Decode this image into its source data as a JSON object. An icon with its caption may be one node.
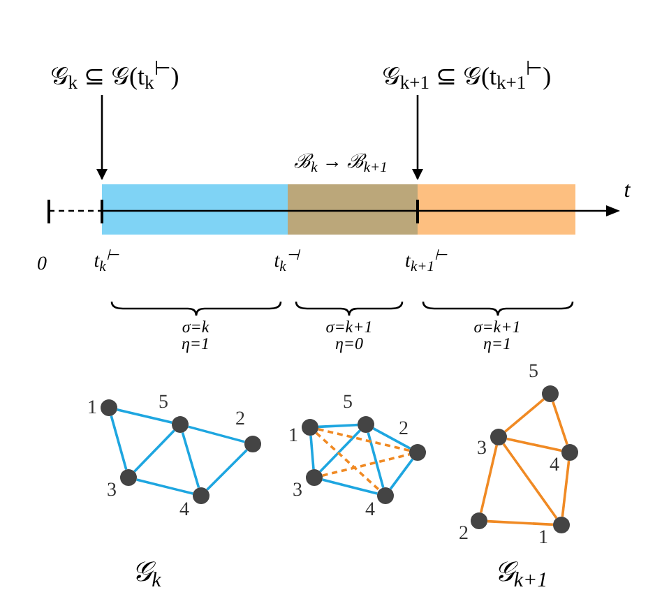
{
  "diagram": {
    "nodes": [
      {
        "text": [
          "𝒢$_{k}$ ⊆ 𝒢(t$_{k}$$^{⊢}$)"
        ]
      },
      {
        "text": [
          "𝒢$_{k+1}$ ⊆ 𝒢(t$_{k+1}$$^{⊢}$)"
        ]
      },
      {
        "text": [],
        "shape": "circle",
        "beside": [
          "1"
        ]
      },
      {
        "text": [],
        "shape": "circle",
        "beside": [
          "2"
        ]
      },
      {
        "text": [],
        "shape": "circle",
        "beside": [
          "3"
        ]
      },
      {
        "text": [],
        "shape": "circle",
        "beside": [
          "4"
        ]
      },
      {
        "text": [],
        "shape": "circle",
        "beside": [
          "5"
        ]
      },
      {
        "text": [],
        "shape": "circle",
        "beside": [
          "1"
        ]
      },
      {
        "text": [],
        "shape": "circle",
        "beside": [
          "2"
        ]
      },
      {
        "text": [],
        "shape": "circle",
        "beside": [
          "3"
        ]
      },
      {
        "text": [],
        "shape": "circle",
        "beside": [
          "4"
        ]
      },
      {
        "text": [],
        "shape": "circle",
        "beside": [
          "5"
        ]
      },
      {
        "text": [],
        "shape": "circle",
        "beside": [
          "1"
        ]
      },
      {
        "text": [],
        "shape": "circle",
        "beside": [
          "2"
        ]
      },
      {
        "text": [],
        "shape": "circle",
        "beside": [
          "3"
        ]
      },
      {
        "text": [],
        "shape": "circle",
        "beside": [
          "4"
        ]
      },
      {
        "text": [],
        "shape": "circle",
        "beside": [
          "5"
        ]
      }
    ],
    "edges": [
      {
        "from": 0,
        "to": null,
        "arrow": "to",
        "color": "#000000"
      },
      {
        "from": 1,
        "to": null,
        "arrow": "to",
        "color": "#000000"
      },
      {
        "from": 2,
        "to": 6,
        "arrow": "none"
      },
      {
        "from": 6,
        "to": 3,
        "arrow": "none"
      },
      {
        "from": 2,
        "to": 4,
        "arrow": "none"
      },
      {
        "from": 4,
        "to": 6,
        "arrow": "none"
      },
      {
        "from": 6,
        "to": 5,
        "arrow": "none"
      },
      {
        "from": 4,
        "to": 5,
        "arrow": "none"
      },
      {
        "from": 5,
        "to": 3,
        "arrow": "none"
      },
      {
        "from": 7,
        "to": 11,
        "arrow": "none"
      },
      {
        "from": 11,
        "to": 8,
        "arrow": "none"
      },
      {
        "from": 7,
        "to": 9,
        "arrow": "none"
      },
      {
        "from": 9,
        "to": 11,
        "arrow": "none"
      },
      {
        "from": 11,
        "to": 10,
        "arrow": "none"
      },
      {
        "from": 9,
        "to": 10,
        "arrow": "none"
      },
      {
        "from": 10,
        "to": 8,
        "arrow": "none"
      },
      {
        "from": 7,
        "to": 8,
        "arrow": "none",
        "style": "dashed",
        "color": "#f08a24"
      },
      {
        "from": 7,
        "to": 10,
        "arrow": "none",
        "style": "dashed",
        "color": "#f08a24"
      },
      {
        "from": 9,
        "to": 8,
        "arrow": "none",
        "style": "dashed",
        "color": "#f08a24"
      },
      {
        "from": 14,
        "to": 16,
        "arrow": "none",
        "color": "#f08a24"
      },
      {
        "from": 16,
        "to": 15,
        "arrow": "none",
        "color": "#f08a24"
      },
      {
        "from": 14,
        "to": 15,
        "arrow": "none",
        "color": "#f08a24"
      },
      {
        "from": 14,
        "to": 12,
        "arrow": "none",
        "color": "#f08a24"
      },
      {
        "from": 15,
        "to": 12,
        "arrow": "none",
        "color": "#f08a24"
      },
      {
        "from": 13,
        "to": 12,
        "arrow": "none",
        "color": "#f08a24"
      },
      {
        "from": 14,
        "to": 13,
        "arrow": "none",
        "color": "#f08a24"
      }
    ],
    "labels": [
      "ℬ$_{k}$ → ℬ$_{k+1}$",
      "t",
      "0",
      "t$_{k}$$^{⊢}$",
      "t$_{k}$$^{⊣}$",
      "t$_{k+1}$$^{⊢}$",
      "σ=k",
      "η=1",
      "σ=k+1",
      "η=0",
      "σ=k+1",
      "η=1",
      "𝒢$_{k}$",
      "𝒢$_{k+1}$"
    ]
  }
}
